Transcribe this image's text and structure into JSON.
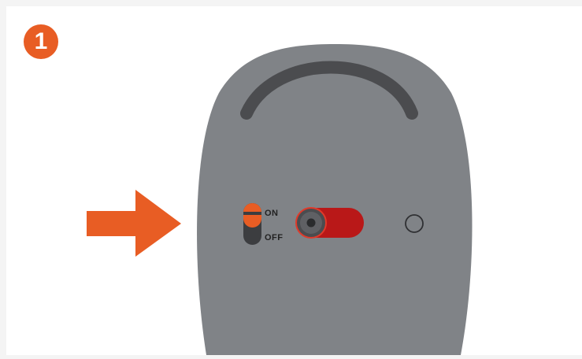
{
  "step": {
    "number": "1"
  },
  "switch": {
    "on_label": "ON",
    "off_label": "OFF",
    "state": "on"
  },
  "icons": {
    "arrow": "arrow-right-icon",
    "toggle": "toggle-switch-icon",
    "mouse": "mouse-bottom-icon",
    "sensor": "optical-sensor-icon",
    "button": "round-button-icon"
  },
  "colors": {
    "accent_orange": "#e85d24",
    "mouse_body": "#808387",
    "mouse_grip": "#4b4c4f",
    "switch_track": "#3c3d40",
    "sensor_red": "#b91818"
  }
}
